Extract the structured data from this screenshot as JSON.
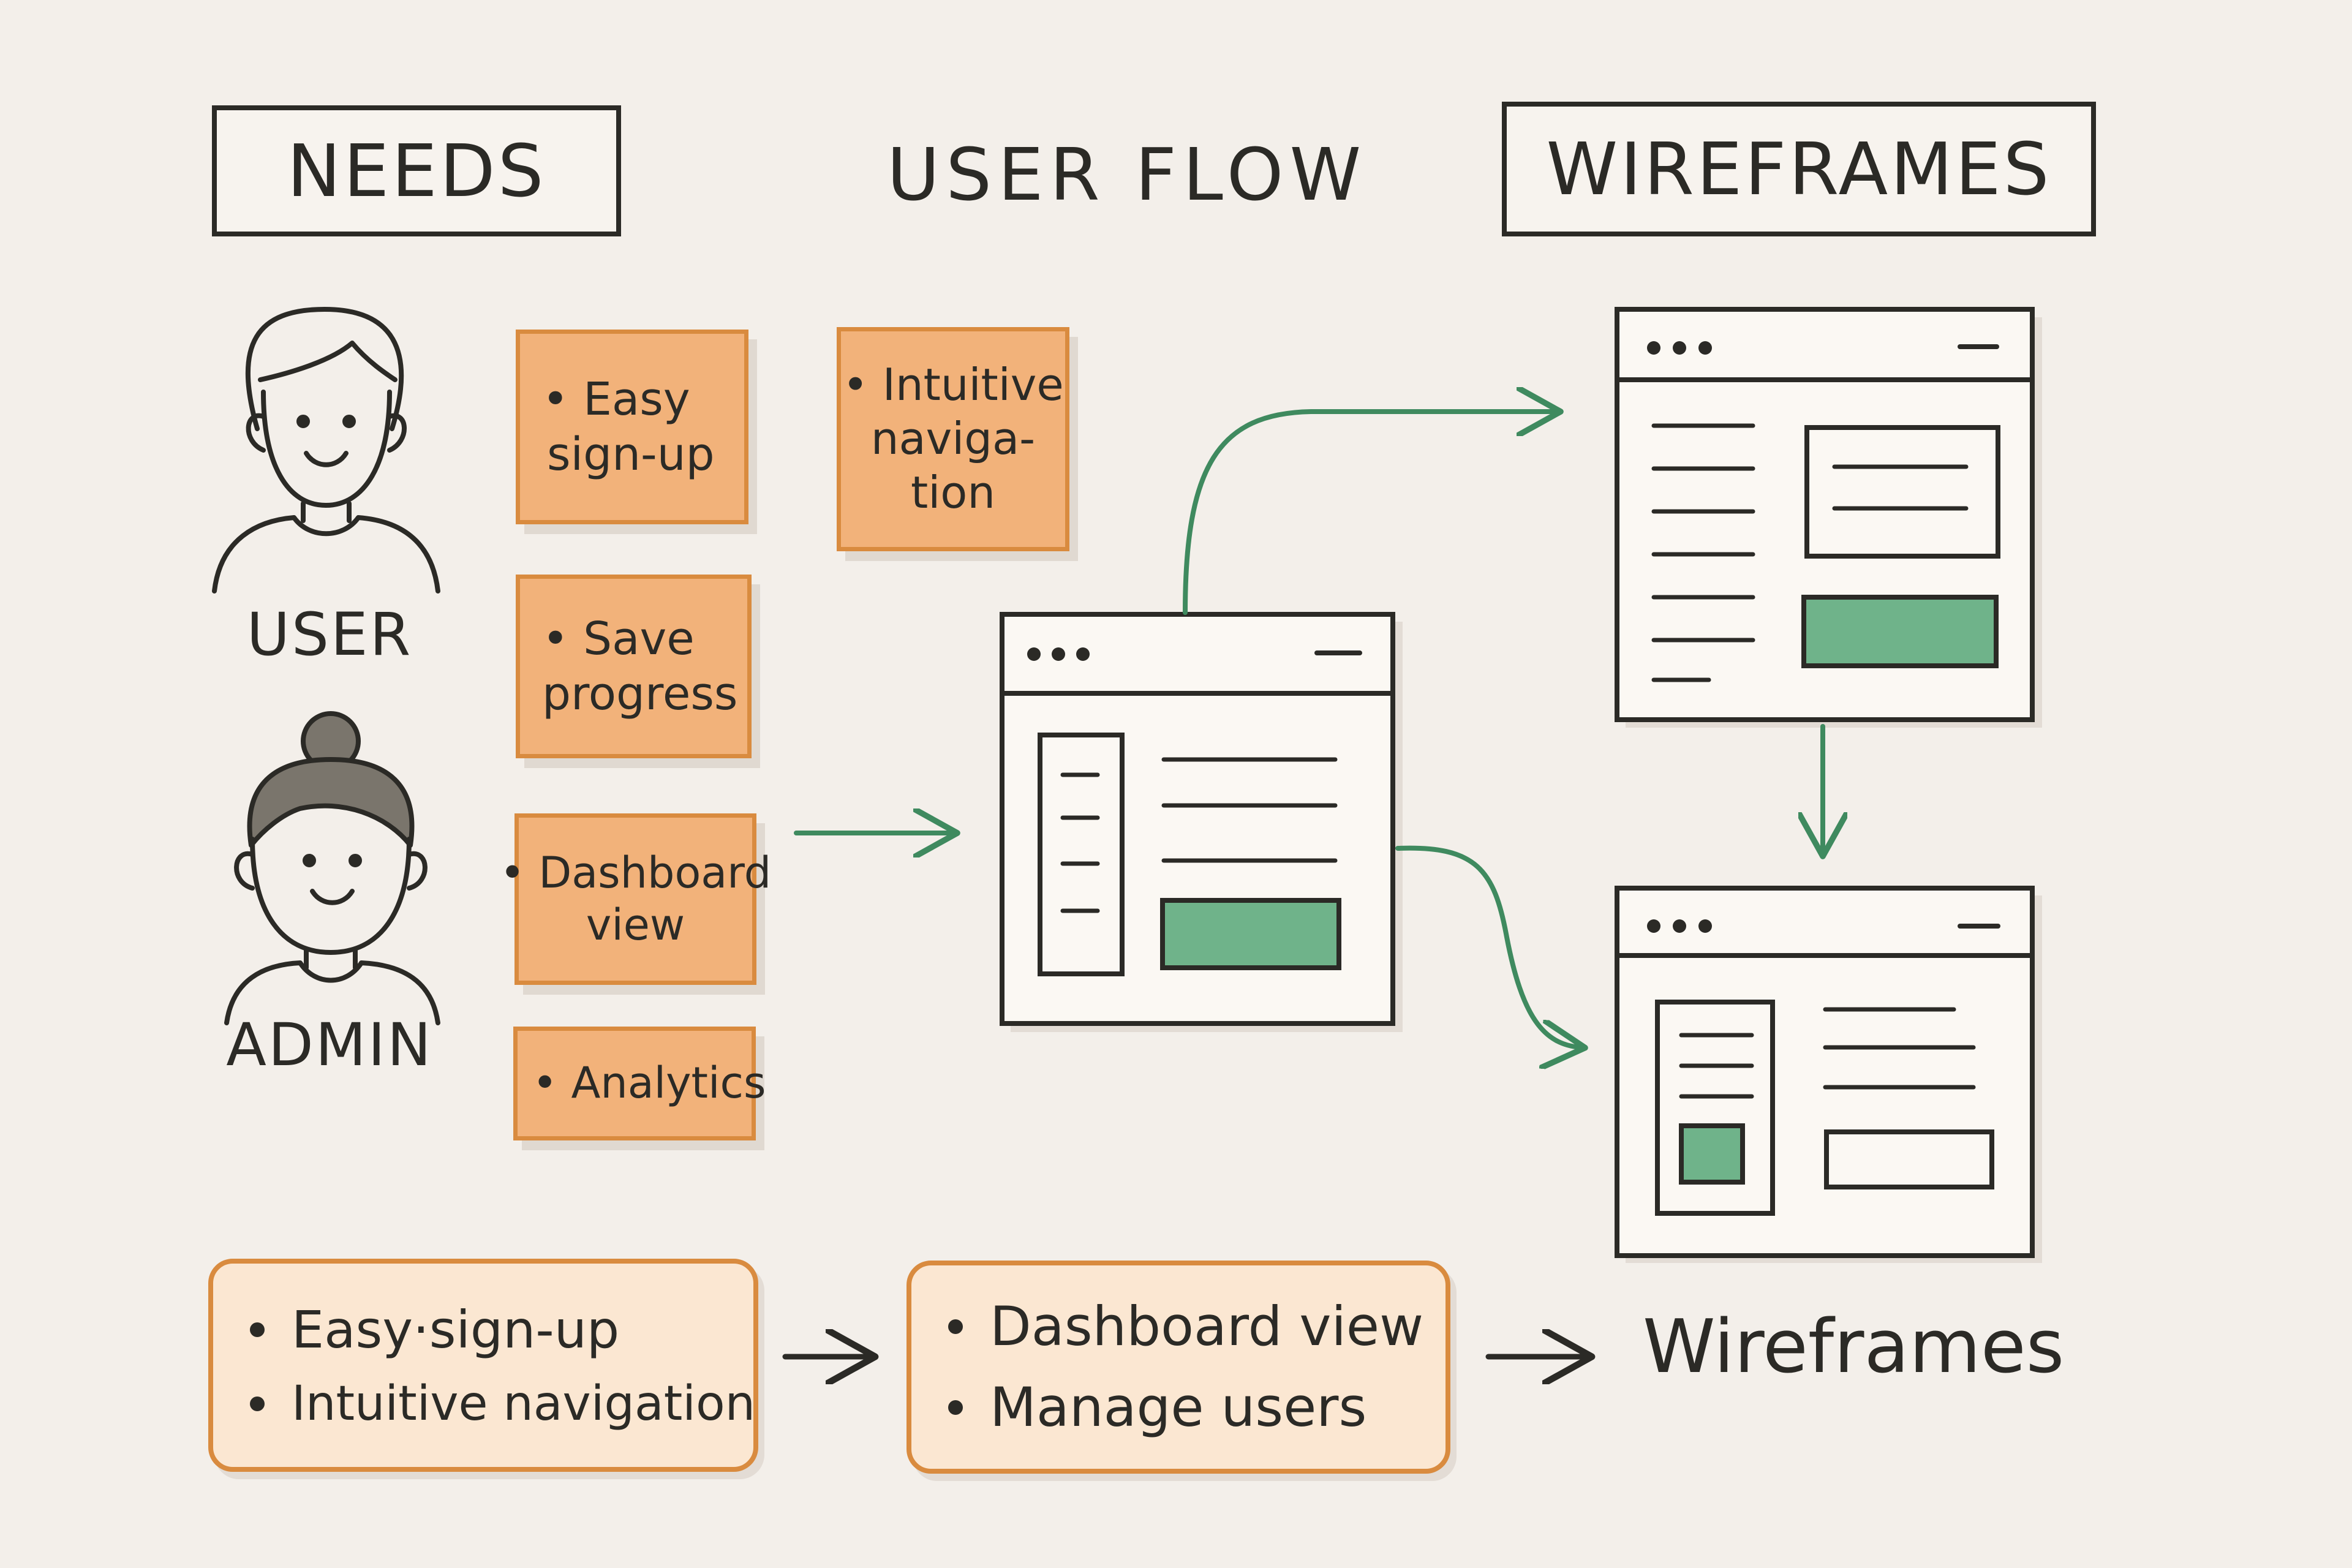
{
  "headers": {
    "needs": "NEEDS",
    "user_flow": "USER FLOW",
    "wireframes": "WIREFRAMES"
  },
  "personas": {
    "user": {
      "label": "USER",
      "icon": "user-avatar-icon"
    },
    "admin": {
      "label": "ADMIN",
      "icon": "admin-avatar-icon"
    }
  },
  "sticky_notes": {
    "easy_signup": [
      "• Easy",
      "sign-up"
    ],
    "intuitive_navigation": [
      "• Intuitive",
      "naviga-",
      "tion"
    ],
    "save_progress": [
      "• Save",
      "progress"
    ],
    "dashboard_view": [
      "• Dashboard",
      "view"
    ],
    "analytics": [
      "• Analytics"
    ]
  },
  "summary": {
    "user_needs": [
      "Easy·sign-up",
      "Intuitive navigation"
    ],
    "admin_needs": [
      "Dashboard view",
      "Manage users"
    ],
    "result": "Wireframes"
  },
  "colors": {
    "background": "#f3efea",
    "ink": "#2b2a26",
    "sticky_fill": "#f2b27a",
    "sticky_border": "#d98b3f",
    "summary_fill": "#fbe7d2",
    "accent_green": "#6fb38a",
    "arrow_green": "#3f8a5f"
  }
}
